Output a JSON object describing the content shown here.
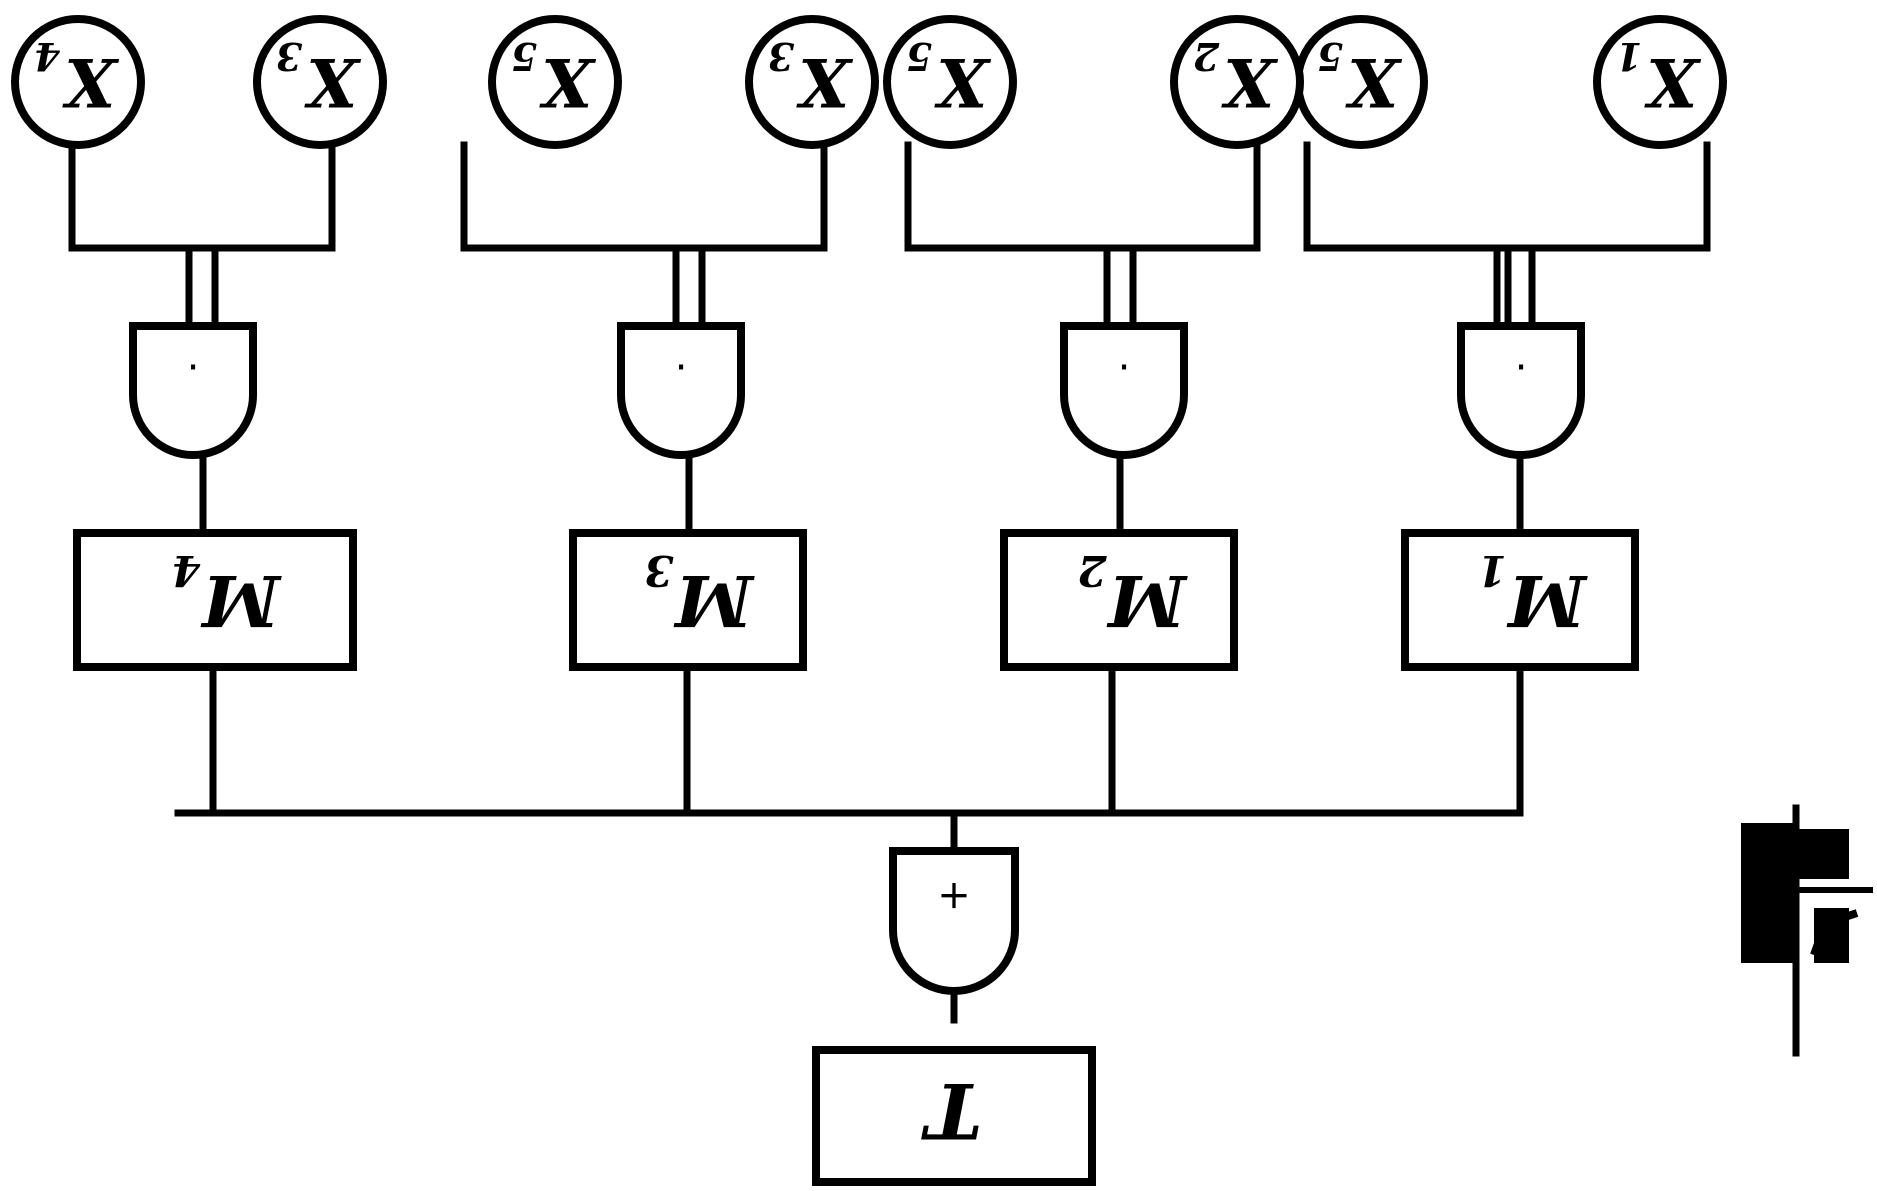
{
  "diagram": {
    "inputs": [
      {
        "letter": "X",
        "sub": "4"
      },
      {
        "letter": "X",
        "sub": "3"
      },
      {
        "letter": "X",
        "sub": "5"
      },
      {
        "letter": "X",
        "sub": "3"
      },
      {
        "letter": "X",
        "sub": "5"
      },
      {
        "letter": "X",
        "sub": "2"
      },
      {
        "letter": "X",
        "sub": "5"
      },
      {
        "letter": "X",
        "sub": "1"
      }
    ],
    "and_gates": [
      {
        "symbol": "·"
      },
      {
        "symbol": "·"
      },
      {
        "symbol": "·"
      },
      {
        "symbol": "·"
      }
    ],
    "modules": [
      {
        "letter": "M",
        "sub": "4"
      },
      {
        "letter": "M",
        "sub": "3"
      },
      {
        "letter": "M",
        "sub": "2"
      },
      {
        "letter": "M",
        "sub": "1"
      }
    ],
    "or_gate": {
      "symbol": "+"
    },
    "top_event": {
      "letter": "T"
    }
  }
}
